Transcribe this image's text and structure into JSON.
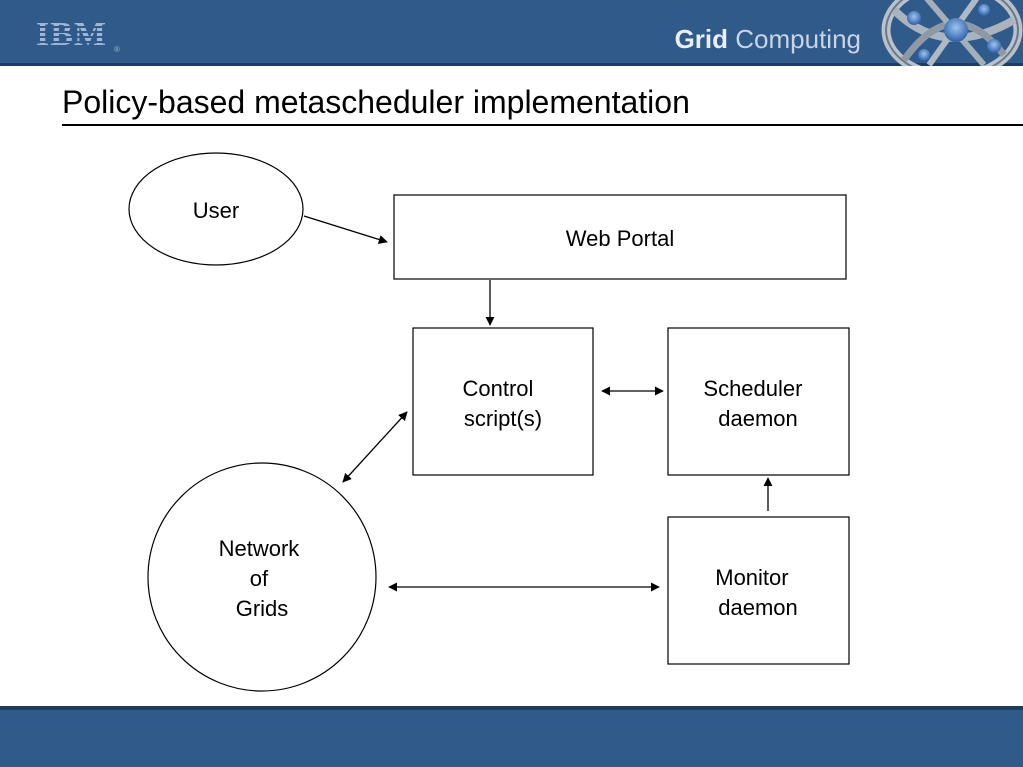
{
  "header": {
    "logo_text": "IBM",
    "product_bold": "Grid",
    "product_light": "Computing"
  },
  "slide": {
    "title": "Policy-based metascheduler implementation"
  },
  "diagram": {
    "nodes": {
      "user": [
        "User"
      ],
      "web_portal": [
        "Web Portal"
      ],
      "control_script": [
        "Control",
        "script(s)"
      ],
      "scheduler_daemon": [
        "Scheduler",
        "daemon"
      ],
      "network_of_grids": [
        "Network",
        "of",
        "Grids"
      ],
      "monitor_daemon": [
        "Monitor",
        "daemon"
      ]
    }
  },
  "colors": {
    "header_bg": "#2f5a8a",
    "header_border": "#1d3d63"
  }
}
